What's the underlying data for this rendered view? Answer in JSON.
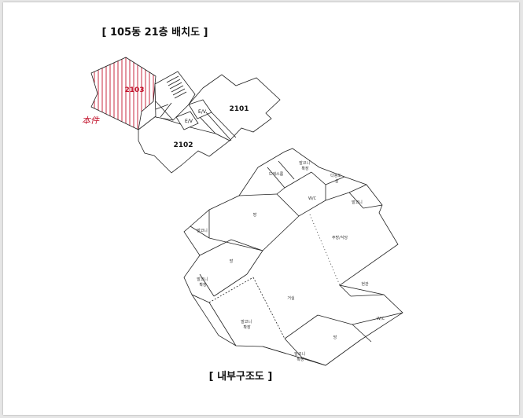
{
  "layout_title": "[ 105동 21층 배치도 ]",
  "units": {
    "u2101": "2101",
    "u2102": "2102",
    "u2103": "2103"
  },
  "elevators": {
    "ev1": "E/V",
    "ev2": "E/V"
  },
  "subject_mark": "本件",
  "interior_title": "[ 내부구조도 ]",
  "rooms": {
    "dress_room": "드레스룸",
    "balcony_ext_top": "발코니\n확장",
    "utility": "다용도\n실",
    "wc_upper": "W/C",
    "balcony_right": "발코니",
    "room_big": "방",
    "balcony_left": "발코니",
    "kitchen_dining": "주방/식당",
    "room_mid": "방",
    "balcony_ext_left": "발코니\n확장",
    "entrance": "현관",
    "living": "거실",
    "wc_lower": "W/C",
    "balcony_ext_bottom": "발코니\n확장",
    "room_bottom": "방",
    "balcony_ext_last": "발코니\n확장"
  },
  "colors": {
    "hatch": "#c2122b",
    "ink": "#222222",
    "page": "#ffffff",
    "frame": "#e6e6e6"
  }
}
